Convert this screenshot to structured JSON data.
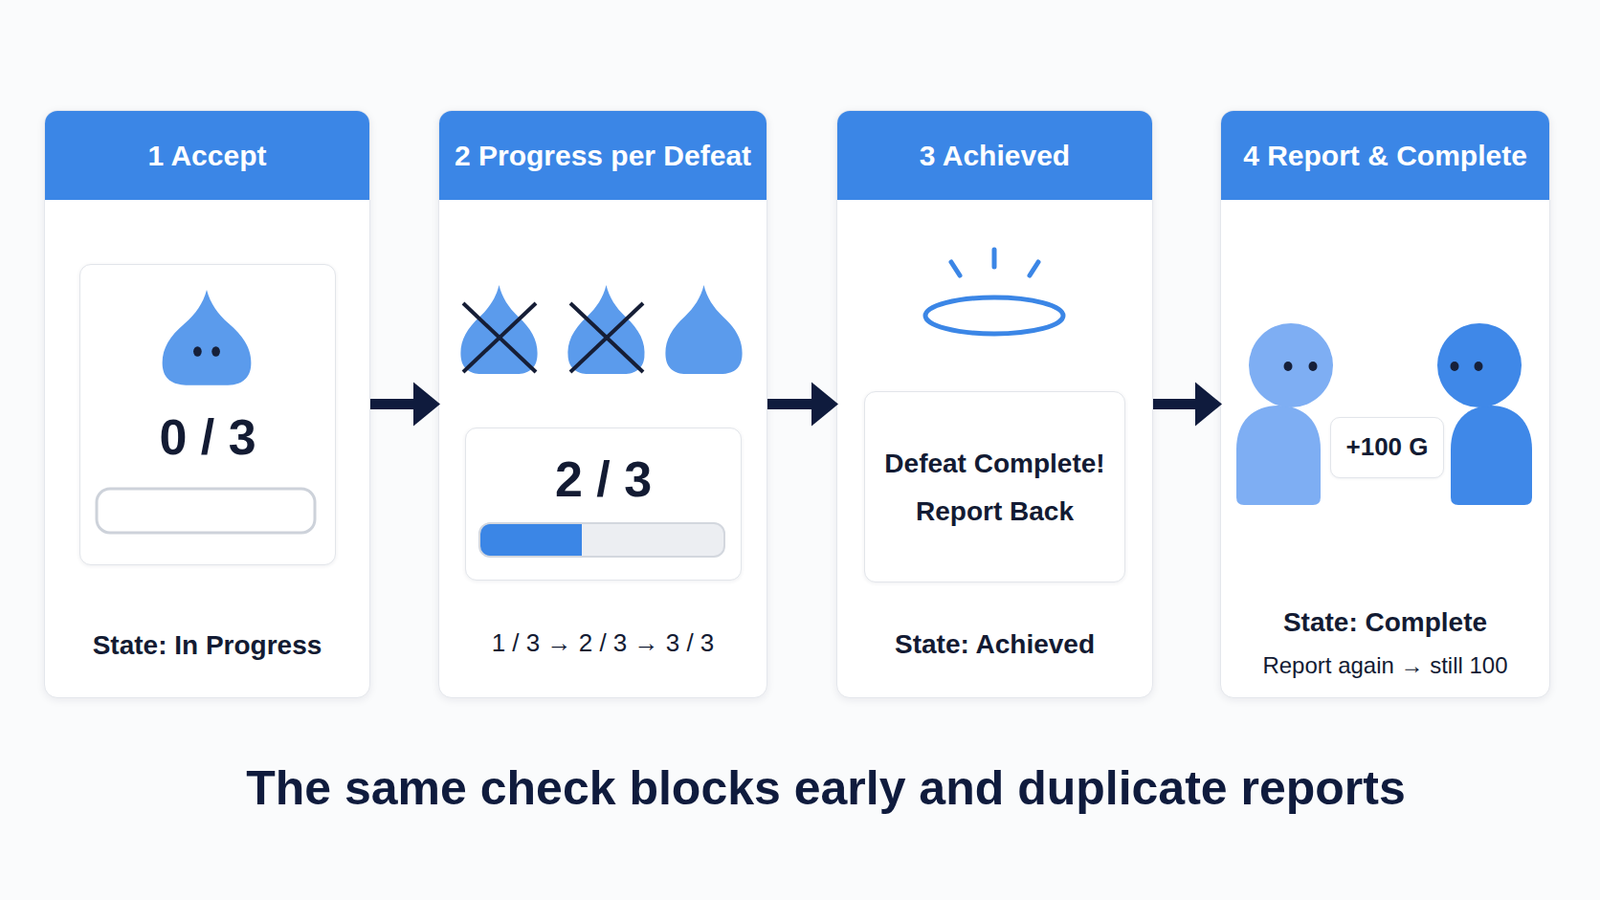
{
  "diagram": {
    "caption": "The same check blocks early and duplicate reports",
    "nodes": [
      {
        "text": [
          "1 Accept",
          "State: In Progress"
        ]
      },
      {
        "text": [
          "0 / 3"
        ],
        "in": 0
      },
      {
        "text": [
          "2 Progress per Defeat",
          "1 / 3 → 2 / 3 → 3 / 3"
        ]
      },
      {
        "text": [
          "2 / 3"
        ],
        "in": 2
      },
      {
        "text": [
          "3 Achieved",
          "State: Achieved"
        ]
      },
      {
        "text": [
          "Defeat Complete! Report Back"
        ],
        "in": 4
      },
      {
        "text": [
          "4 Report & Complete",
          "State: Complete",
          "Report again → still 100"
        ]
      },
      {
        "text": [
          "+100 G"
        ],
        "in": 6
      }
    ],
    "edges": [
      {
        "from": 0,
        "to": 2,
        "arrow": "to"
      },
      {
        "from": 2,
        "to": 4,
        "arrow": "to"
      },
      {
        "from": 4,
        "to": 6,
        "arrow": "to"
      }
    ]
  }
}
